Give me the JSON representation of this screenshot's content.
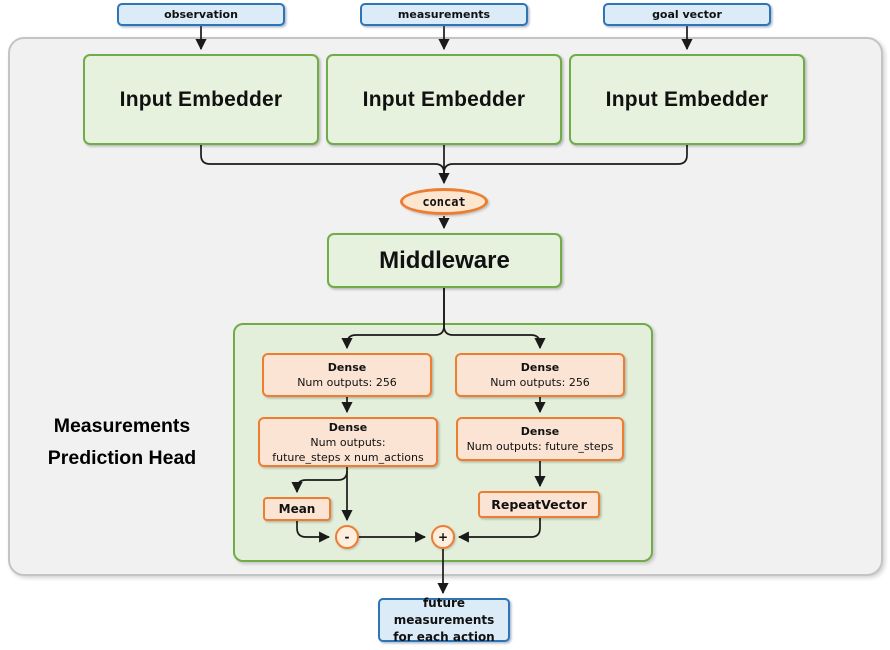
{
  "top_inputs": [
    {
      "label": "observation"
    },
    {
      "label": "measurements"
    },
    {
      "label": "goal vector"
    }
  ],
  "embedders": [
    {
      "label": "Input Embedder"
    },
    {
      "label": "Input Embedder"
    },
    {
      "label": "Input Embedder"
    }
  ],
  "concat": {
    "label": "concat"
  },
  "middleware": {
    "label": "Middleware"
  },
  "prediction_head": {
    "title_line1": "Measurements",
    "title_line2": "Prediction Head",
    "action_branch": {
      "dense1": {
        "name": "Dense",
        "detail": "Num outputs: 256"
      },
      "dense2": {
        "name": "Dense",
        "detail_line1": "Num outputs:",
        "detail_line2": "future_steps x num_actions"
      },
      "mean": {
        "label": "Mean"
      },
      "subtract": {
        "label": "-"
      }
    },
    "expectation_branch": {
      "dense1": {
        "name": "Dense",
        "detail": "Num outputs: 256"
      },
      "dense2": {
        "name": "Dense",
        "detail": "Num outputs: future_steps"
      },
      "repeat_vector": {
        "label": "RepeatVector"
      },
      "add": {
        "label": "+"
      }
    }
  },
  "output": {
    "label_line1": "future measurements",
    "label_line2": "for each action"
  },
  "colors": {
    "green_border": "#70ad47",
    "green_fill": "#e6f1de",
    "orange_border": "#ed7d31",
    "orange_fill": "#fce4d4",
    "blue_border": "#2e75b6",
    "blue_fill": "#dcebf8",
    "outer_container_fill": "#f1f1f1",
    "outer_container_border": "#c4c4c4",
    "line": "#1a1a1a"
  }
}
